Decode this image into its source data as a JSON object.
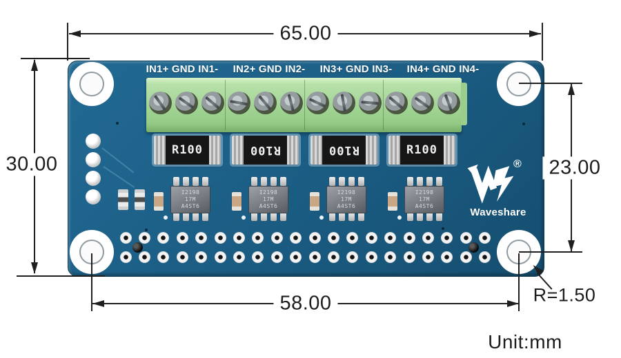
{
  "dimensions": {
    "board_width": "65.00",
    "board_height": "30.00",
    "hole_span_vertical": "23.00",
    "hole_span_horizontal": "58.00",
    "corner_radius": "R=1.50",
    "unit": "Unit:mm"
  },
  "board": {
    "terminal_labels": [
      "IN1+ GND IN1-",
      "IN2+ GND IN2-",
      "IN3+ GND IN3-",
      "IN4+ GND IN4-"
    ],
    "terminal_screw_count": 12,
    "resistors": [
      {
        "label": "R100",
        "flipped": false
      },
      {
        "label": "R100",
        "flipped": true
      },
      {
        "label": "R100",
        "flipped": true
      },
      {
        "label": "R100",
        "flipped": false
      }
    ],
    "chip_count": 4,
    "chip_marking": [
      "I2198",
      "17M",
      "A4ST6"
    ],
    "logo": {
      "registered": "®",
      "name": "Waveshare"
    },
    "header_rows": 2,
    "header_cols": 20,
    "left_pad_count": 4
  },
  "colors": {
    "board_blue": "#1d6189",
    "board_blue_dark": "#154e6f",
    "terminal_green": "#a7d79a",
    "silkscreen_white": "#ffffff",
    "dimension_ink": "#1c1c1c"
  }
}
